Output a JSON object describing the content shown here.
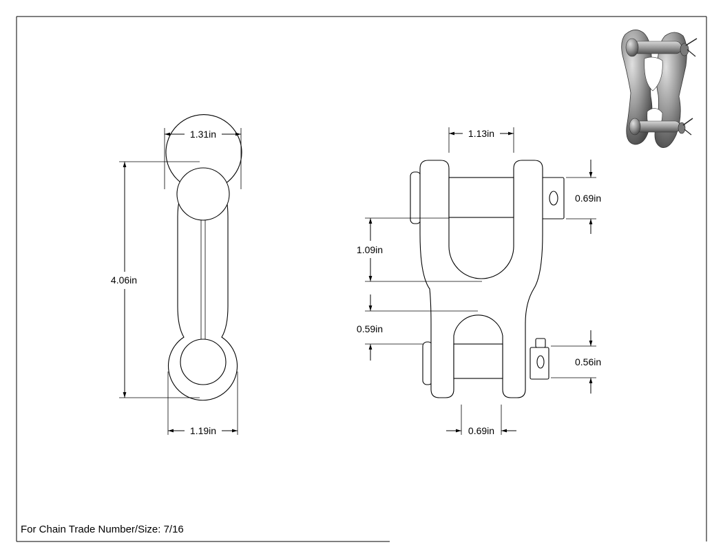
{
  "caption": "For Chain Trade Number/Size: 7/16",
  "dimensions": {
    "side_top_width": "1.31in",
    "side_length": "4.06in",
    "side_bottom_width": "1.19in",
    "front_top_opening": "1.13in",
    "front_top_pin": "0.69in",
    "front_top_depth": "1.09in",
    "front_bottom_depth": "0.59in",
    "front_bottom_pin": "0.56in",
    "front_bottom_opening": "0.69in"
  },
  "icons": {
    "thumbnail": "shackle-3d-icon",
    "arrowhead": "arrow-icon"
  },
  "colors": {
    "line": "#000000",
    "background": "#ffffff",
    "render": "#8a8a8a"
  }
}
